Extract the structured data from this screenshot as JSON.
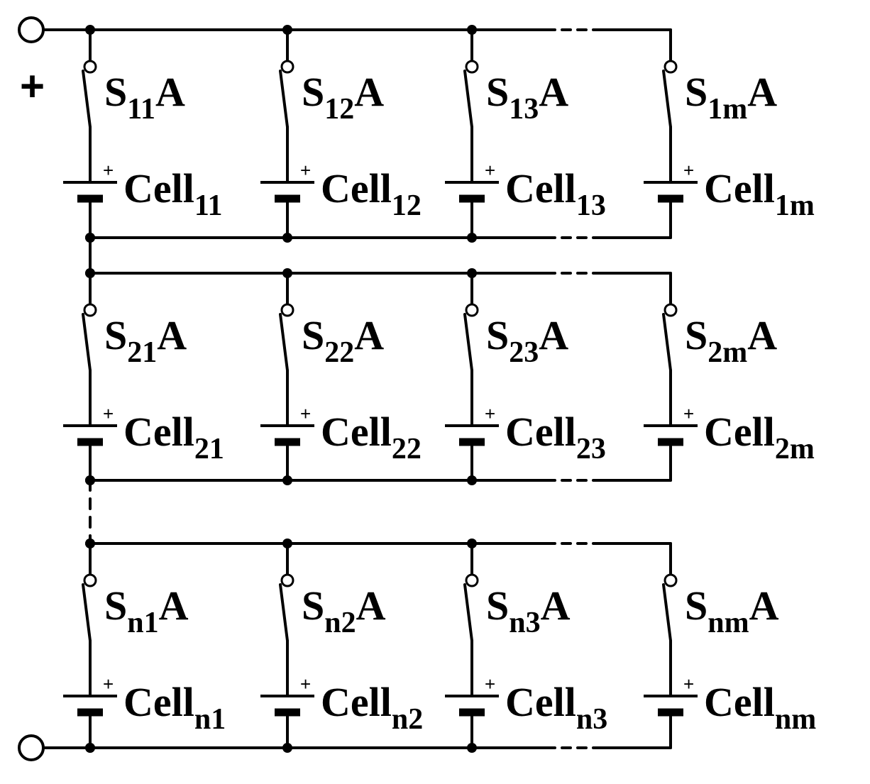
{
  "terminals": {
    "positive_sign": "+"
  },
  "cell_polarity_mark": "+",
  "rows": [
    {
      "id": "1",
      "switches": [
        {
          "pre": "S",
          "sub": "11",
          "post": "A"
        },
        {
          "pre": "S",
          "sub": "12",
          "post": "A"
        },
        {
          "pre": "S",
          "sub": "13",
          "post": "A"
        },
        {
          "pre": "S",
          "sub": "1m",
          "post": "A"
        }
      ],
      "cells": [
        {
          "pre": "Cell",
          "sub": "11"
        },
        {
          "pre": "Cell",
          "sub": "12"
        },
        {
          "pre": "Cell",
          "sub": "13"
        },
        {
          "pre": "Cell",
          "sub": "1m"
        }
      ]
    },
    {
      "id": "2",
      "switches": [
        {
          "pre": "S",
          "sub": "21",
          "post": "A"
        },
        {
          "pre": "S",
          "sub": "22",
          "post": "A"
        },
        {
          "pre": "S",
          "sub": "23",
          "post": "A"
        },
        {
          "pre": "S",
          "sub": "2m",
          "post": "A"
        }
      ],
      "cells": [
        {
          "pre": "Cell",
          "sub": "21"
        },
        {
          "pre": "Cell",
          "sub": "22"
        },
        {
          "pre": "Cell",
          "sub": "23"
        },
        {
          "pre": "Cell",
          "sub": "2m"
        }
      ]
    },
    {
      "id": "n",
      "switches": [
        {
          "pre": "S",
          "sub": "n1",
          "post": "A"
        },
        {
          "pre": "S",
          "sub": "n2",
          "post": "A"
        },
        {
          "pre": "S",
          "sub": "n3",
          "post": "A"
        },
        {
          "pre": "S",
          "sub": "nm",
          "post": "A"
        }
      ],
      "cells": [
        {
          "pre": "Cell",
          "sub": "n1"
        },
        {
          "pre": "Cell",
          "sub": "n2"
        },
        {
          "pre": "Cell",
          "sub": "n3"
        },
        {
          "pre": "Cell",
          "sub": "nm"
        }
      ]
    }
  ]
}
